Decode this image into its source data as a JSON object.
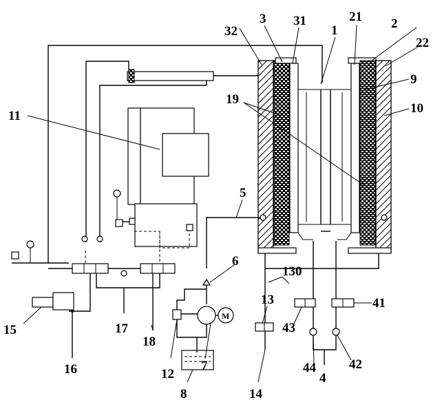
{
  "labels": {
    "l1": "1",
    "l2": "2",
    "l3": "3",
    "l4": "4",
    "l5": "5",
    "l6": "6",
    "l7": "7",
    "l8": "8",
    "l9": "9",
    "l10": "10",
    "l11": "11",
    "l12": "12",
    "l13": "13",
    "l14": "14",
    "l15": "15",
    "l16": "16",
    "l17": "17",
    "l18": "18",
    "l19": "19",
    "l21": "21",
    "l22": "22",
    "l31": "31",
    "l32": "32",
    "l41": "41",
    "l42": "42",
    "l43": "43",
    "l44": "44",
    "l130": "130"
  },
  "motor_symbol": "M"
}
